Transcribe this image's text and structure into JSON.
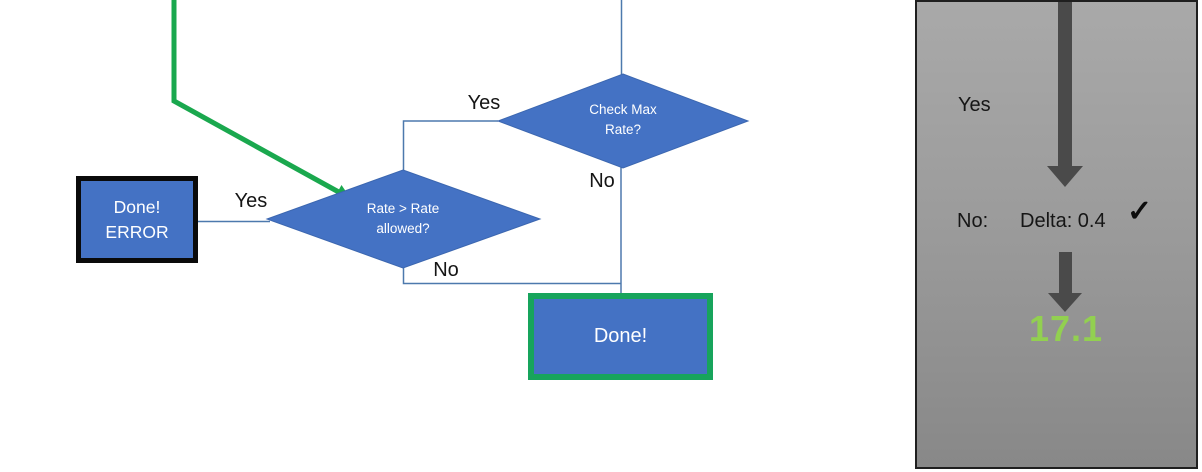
{
  "colors": {
    "shape_blue": "#4472C4",
    "connector_blue": "#4d79ad",
    "green_accent": "#1aa84e",
    "done_border_green": "#17A45C",
    "result_green": "#92D050",
    "arrow_gray": "#4a4a4a",
    "panel_gray": "#9c9c9c"
  },
  "flowchart": {
    "decision_check_max_rate": {
      "line1": "Check Max",
      "line2": "Rate?"
    },
    "decision_rate_allowed": {
      "line1": "Rate > Rate",
      "line2": "allowed?"
    },
    "labels": {
      "yes_top": "Yes",
      "no_top": "No",
      "yes_left": "Yes",
      "no_bottom": "No"
    },
    "error_box": {
      "line1": "Done!",
      "line2": "ERROR"
    },
    "done_box": {
      "label": "Done!"
    }
  },
  "side_panel": {
    "yes_label": "Yes",
    "no_label": "No:",
    "delta_label": "Delta: 0.4",
    "check_icon": "✓",
    "result_value": "17.1"
  }
}
